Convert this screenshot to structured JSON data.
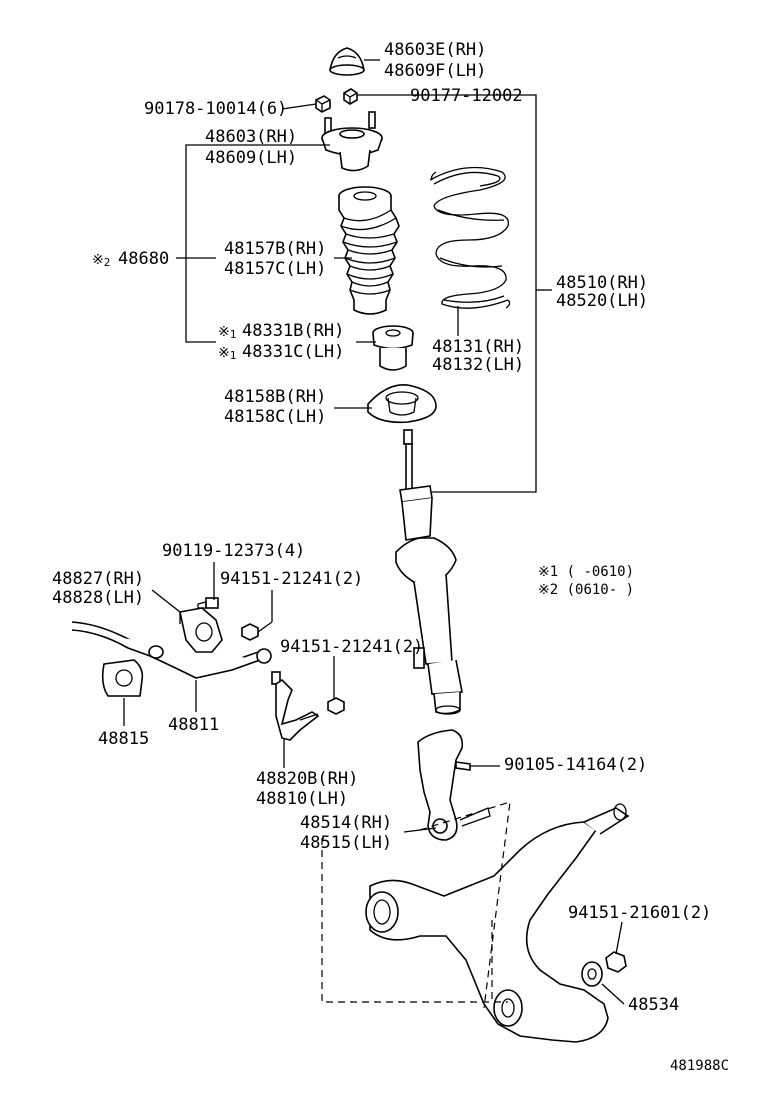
{
  "diagram_code": "481988C",
  "parts": {
    "p48603E": "48603E(RH)",
    "p48609F": "48609F(LH)",
    "p90178": "90178-10014(6)",
    "p90177": "90177-12002",
    "p48603": "48603(RH)",
    "p48609": "48609(LH)",
    "p48680": "48680",
    "p48157B": "48157B(RH)",
    "p48157C": "48157C(LH)",
    "p48331B": "48331B(RH)",
    "p48331C": "48331C(LH)",
    "p48131": "48131(RH)",
    "p48132": "48132(LH)",
    "p48510": "48510(RH)",
    "p48520": "48520(LH)",
    "p48158B": "48158B(RH)",
    "p48158C": "48158C(LH)",
    "p90119": "90119-12373(4)",
    "p48827": "48827(RH)",
    "p48828": "48828(LH)",
    "p94151a": "94151-21241(2)",
    "p94151b": "94151-21241(2)",
    "p48815": "48815",
    "p48811": "48811",
    "p48820B": "48820B(RH)",
    "p48810": "48810(LH)",
    "p90105": "90105-14164(2)",
    "p48514": "48514(RH)",
    "p48515": "48515(LH)",
    "p94151c": "94151-21601(2)",
    "p48534": "48534"
  },
  "notes": {
    "mark": "※",
    "m1": "1",
    "m2": "2",
    "n1": "1  (     -0610)",
    "n2": "2  (0610-     )"
  }
}
